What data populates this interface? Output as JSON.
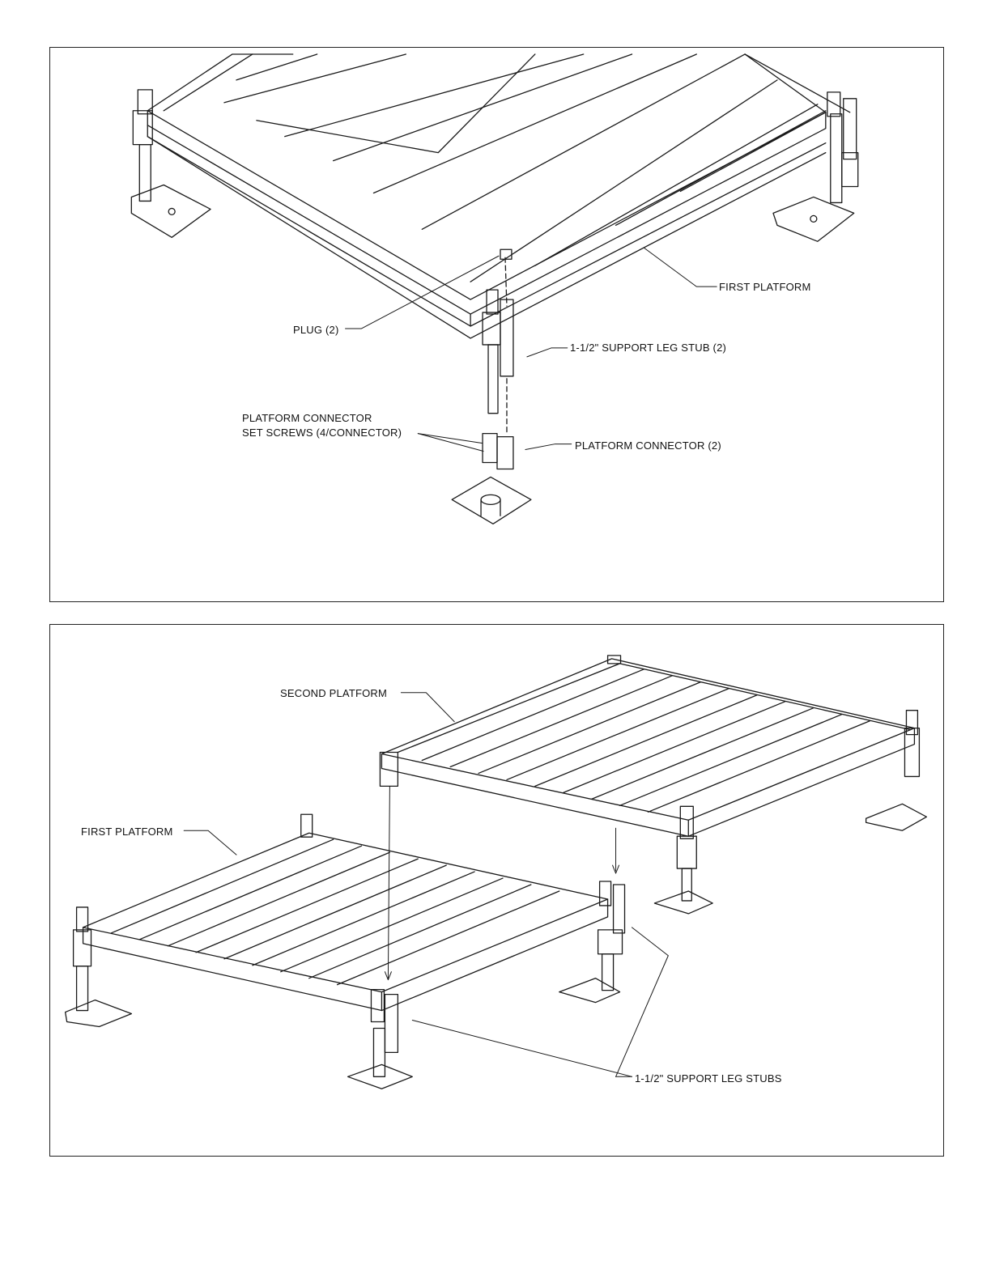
{
  "top_panel": {
    "labels": {
      "first_platform": "FIRST PLATFORM",
      "plug": "PLUG (2)",
      "support_leg_stub": "1-1/2\" SUPPORT LEG STUB (2)",
      "connector_screws_line1": "PLATFORM CONNECTOR",
      "connector_screws_line2": "SET SCREWS (4/CONNECTOR)",
      "platform_connector": "PLATFORM CONNECTOR (2)"
    }
  },
  "bottom_panel": {
    "labels": {
      "second_platform": "SECOND PLATFORM",
      "first_platform": "FIRST PLATFORM",
      "support_leg_stubs": "1-1/2\" SUPPORT LEG STUBS"
    }
  },
  "colors": {
    "line": "#1a1a1a",
    "background": "#ffffff"
  }
}
